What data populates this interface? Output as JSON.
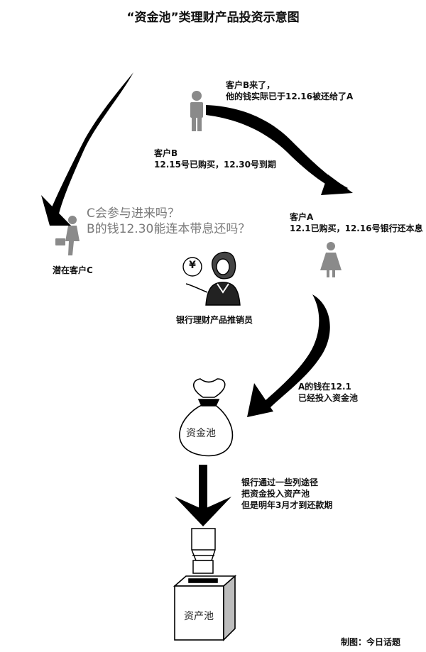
{
  "title": "“资金池”类理财产品投资示意图",
  "labels": {
    "customer_b_came_line1": "客户B来了，",
    "customer_b_came_line2": "他的钱实际已于12.16被还给了A",
    "customer_b_line1": "客户B",
    "customer_b_line2": "12.15号已购买，12.30号到期",
    "question_line1": "C会参与进来吗？",
    "question_line2": "B的钱12.30能连本带息还吗？",
    "customer_a_line1": "客户A",
    "customer_a_line2": "12.1已购买，12.16号银行还本息",
    "potential_customer_c": "潜在客户C",
    "bank_seller": "银行理财产品推销员",
    "yen_symbol": "¥",
    "a_money_line1": "A的钱在12.1",
    "a_money_line2": "已经投入资金池",
    "fund_pool": "资金池",
    "bank_invest_line1": "银行通过一些列途径",
    "bank_invest_line2": "把资金投入资产池",
    "bank_invest_line3": "但是明年3月才到还款期",
    "asset_pool": "资产池",
    "credit": "制图：今日话题"
  }
}
